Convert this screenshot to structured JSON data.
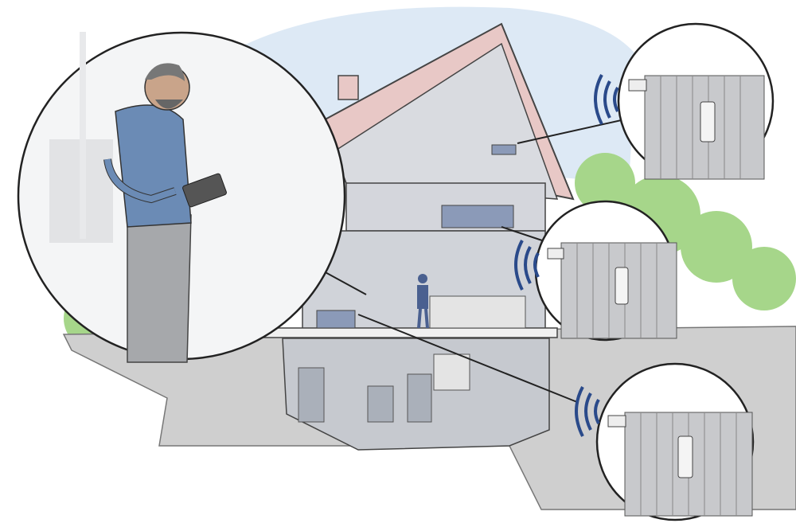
{
  "scene": {
    "subject": "smart-home-heating-illustration",
    "house": {
      "floors": 3,
      "has_cellar": true
    },
    "person": {
      "device": "tablet"
    },
    "radiator_callouts": [
      {
        "position": "top",
        "wireless_signal": true
      },
      {
        "position": "middle",
        "wireless_signal": true
      },
      {
        "position": "bottom",
        "wireless_signal": true
      }
    ],
    "colors": {
      "sky": "#dde9f5",
      "roof": "#e8c8c6",
      "house_grey": "#cfd2d8",
      "radiator_blue": "#8b9ab8",
      "shirt_blue": "#6b8bb5",
      "signal_blue": "#2a4a8a",
      "tree_green": "#a6d68a",
      "radiator_grey": "#c8c9cc",
      "ground": "#c9c9c9"
    }
  }
}
